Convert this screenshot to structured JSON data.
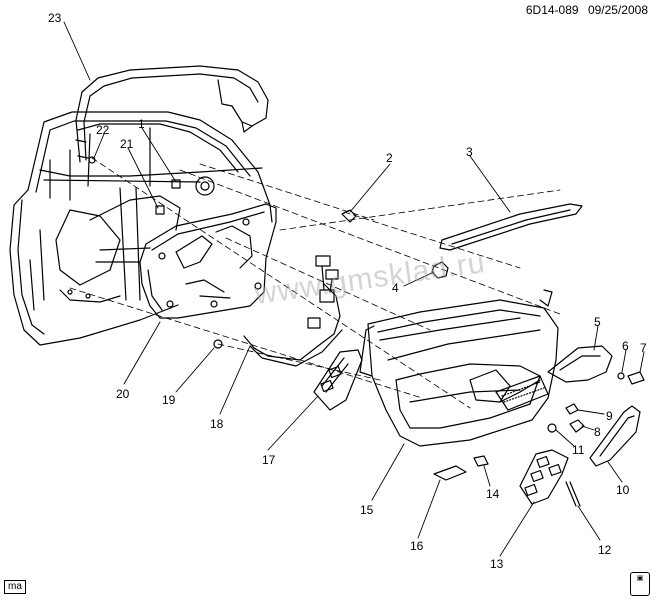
{
  "header": {
    "code": "6D14-089",
    "date": "09/25/2008"
  },
  "watermark": "www.gmsklad.ru",
  "footer": {
    "tag": "ma"
  },
  "callouts": [
    "1",
    "2",
    "3",
    "4",
    "5",
    "6",
    "7",
    "8",
    "9",
    "10",
    "11",
    "12",
    "13",
    "14",
    "15",
    "16",
    "17",
    "18",
    "19",
    "20",
    "21",
    "22",
    "23"
  ],
  "line_color": "#000000",
  "accent_color": "#b0b0b0"
}
